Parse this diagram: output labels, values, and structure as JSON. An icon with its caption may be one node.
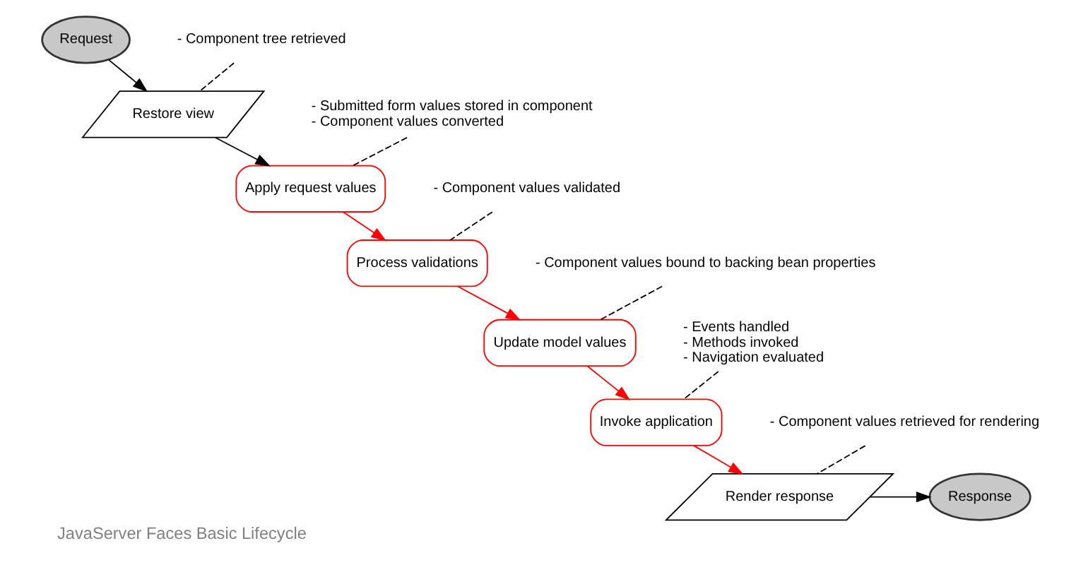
{
  "diagram": {
    "title": "JavaServer Faces Basic Lifecycle",
    "nodes": [
      {
        "text": [
          "Request"
        ]
      },
      {
        "text": [
          "Restore view"
        ]
      },
      {
        "text": [
          "Apply request values"
        ]
      },
      {
        "text": [
          "Process validations"
        ]
      },
      {
        "text": [
          "Update model values"
        ]
      },
      {
        "text": [
          "Invoke application"
        ]
      },
      {
        "text": [
          "Render response"
        ]
      },
      {
        "text": [
          "Response"
        ]
      },
      {
        "text": [
          "- Component tree retrieved"
        ]
      },
      {
        "text": [
          "- Submitted form values stored in component",
          "- Component values converted"
        ]
      },
      {
        "text": [
          "- Component values validated"
        ]
      },
      {
        "text": [
          "- Component values bound to backing bean properties"
        ]
      },
      {
        "text": [
          "- Events handled",
          "- Methods invoked",
          "- Navigation evaluated"
        ]
      },
      {
        "text": [
          "- Component values retrieved for rendering"
        ]
      }
    ],
    "edges": [
      {
        "from": 0,
        "to": 1,
        "arrow": "to"
      },
      {
        "from": 1,
        "to": 2,
        "arrow": "to"
      },
      {
        "from": 2,
        "to": 3,
        "arrow": "to",
        "color": "#ff0000"
      },
      {
        "from": 3,
        "to": 4,
        "arrow": "to",
        "color": "#ff0000"
      },
      {
        "from": 4,
        "to": 5,
        "arrow": "to",
        "color": "#ff0000"
      },
      {
        "from": 5,
        "to": 6,
        "arrow": "to",
        "color": "#ff0000"
      },
      {
        "from": 6,
        "to": 7,
        "arrow": "to"
      },
      {
        "from": 8,
        "to": 1,
        "arrow": "none",
        "style": "dashed"
      },
      {
        "from": 9,
        "to": 2,
        "arrow": "none",
        "style": "dashed"
      },
      {
        "from": 10,
        "to": 3,
        "arrow": "none",
        "style": "dashed"
      },
      {
        "from": 11,
        "to": 4,
        "arrow": "none",
        "style": "dashed"
      },
      {
        "from": 12,
        "to": 5,
        "arrow": "none",
        "style": "dashed"
      },
      {
        "from": 13,
        "to": 6,
        "arrow": "none",
        "style": "dashed"
      }
    ]
  }
}
